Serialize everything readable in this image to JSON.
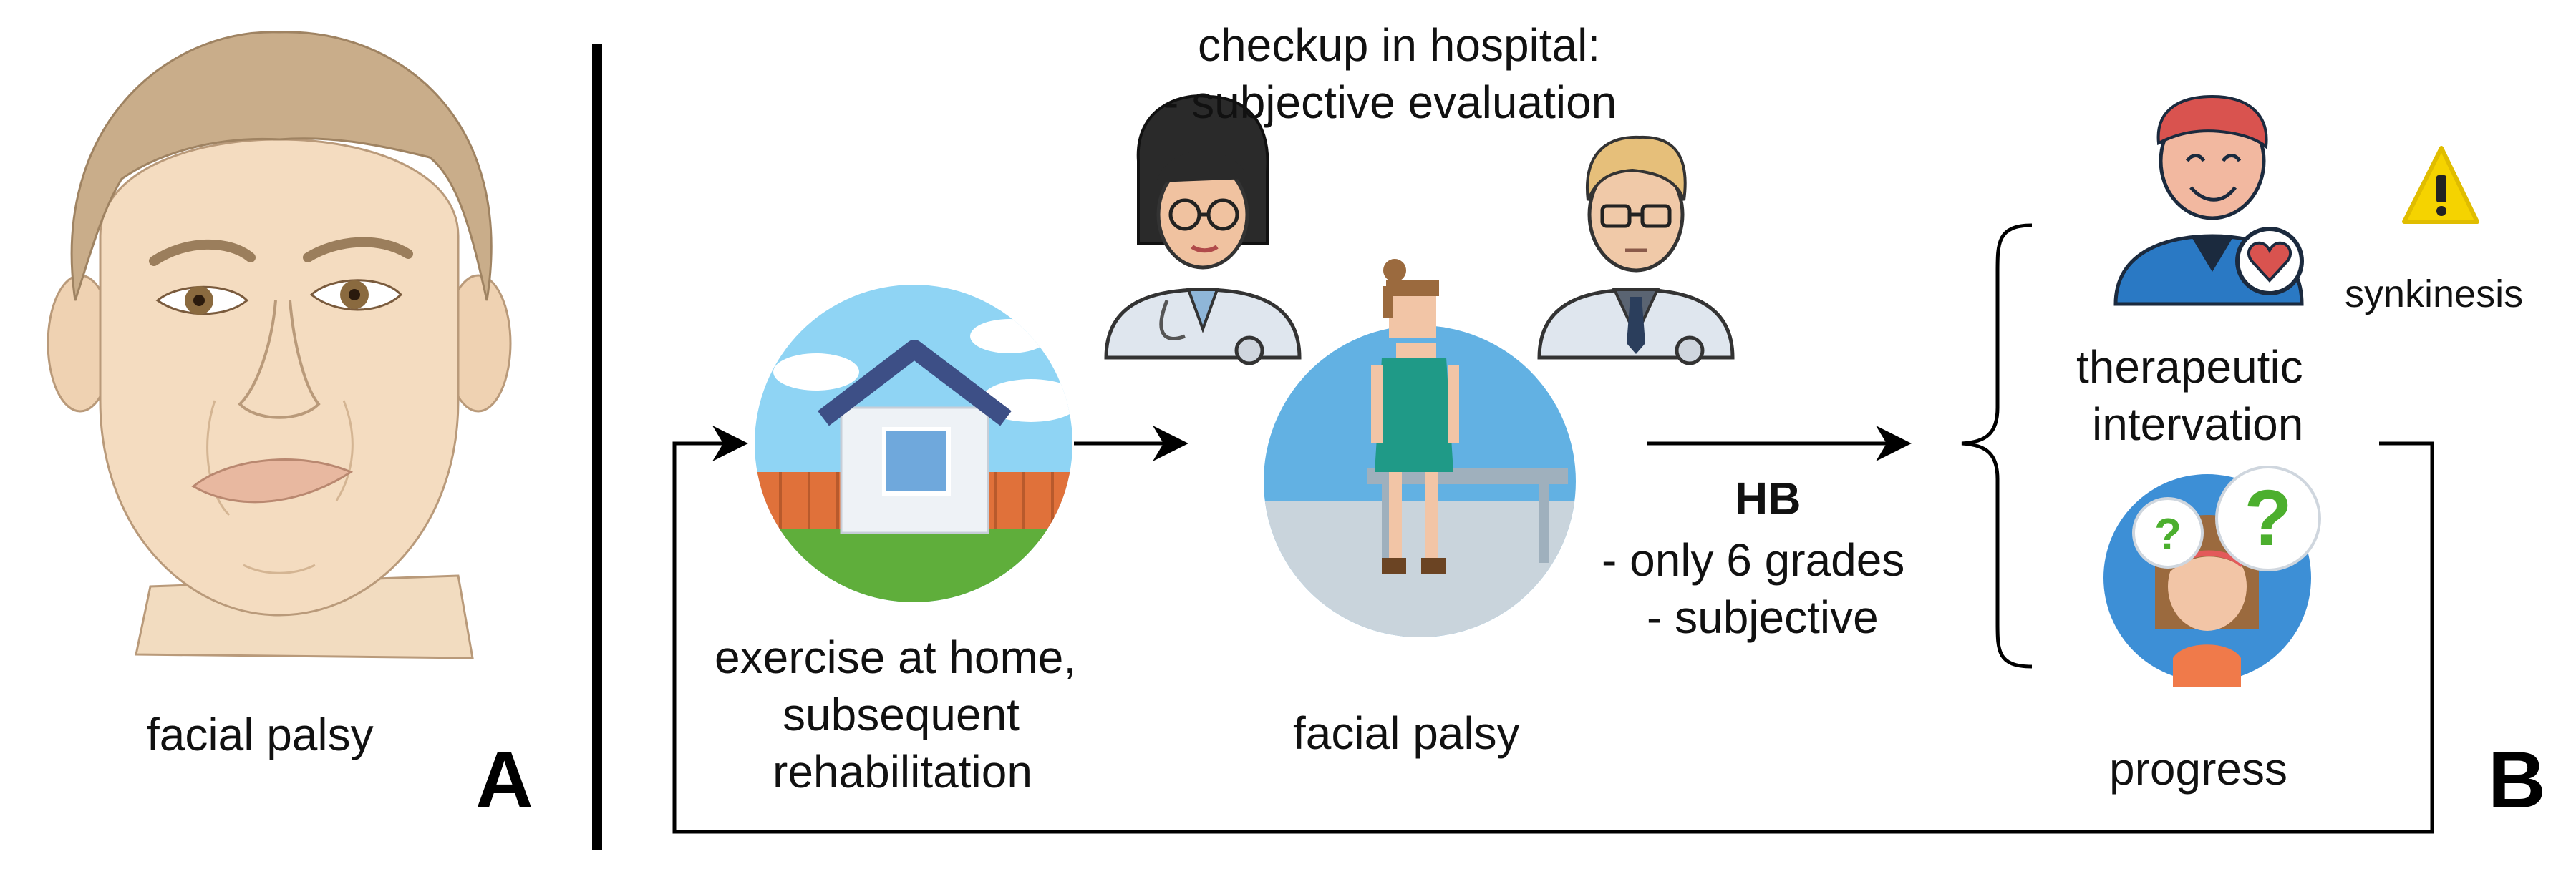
{
  "panel_a": {
    "label": "A",
    "caption": "facial palsy",
    "illustration_icon": "face-with-facial-palsy-illustration"
  },
  "panel_b": {
    "label": "B",
    "checkup": {
      "line1": "checkup in hospital:",
      "line2": "- subjective evaluation",
      "doctor_icons": [
        "female-doctor-icon",
        "male-doctor-icon"
      ]
    },
    "home": {
      "icon": "house-icon",
      "line1": "exercise at home,",
      "line2": "subsequent",
      "line3": "rehabilitation"
    },
    "patient": {
      "icon": "seated-patient-icon",
      "caption": "facial palsy"
    },
    "hb": {
      "title": "HB",
      "line1": "- only 6 grades",
      "line2": "- subjective"
    },
    "outcomes": {
      "therapy": {
        "icon": "therapist-heart-icon",
        "line1": "therapeutic",
        "line2": "intervation"
      },
      "warning": {
        "icon": "warning-triangle-icon",
        "label": "synkinesis"
      },
      "progress": {
        "icon": "question-patient-icon",
        "label": "progress"
      }
    }
  },
  "colors": {
    "sky_blue": "#7ec8ee",
    "grass_green": "#5fae3b",
    "house_roof": "#3d4f86",
    "fence_orange": "#e0713a",
    "warning_yellow": "#f5d300",
    "teal_dress": "#1f9a87",
    "therapist_red": "#d9534f",
    "therapist_blue": "#2a79c4"
  }
}
